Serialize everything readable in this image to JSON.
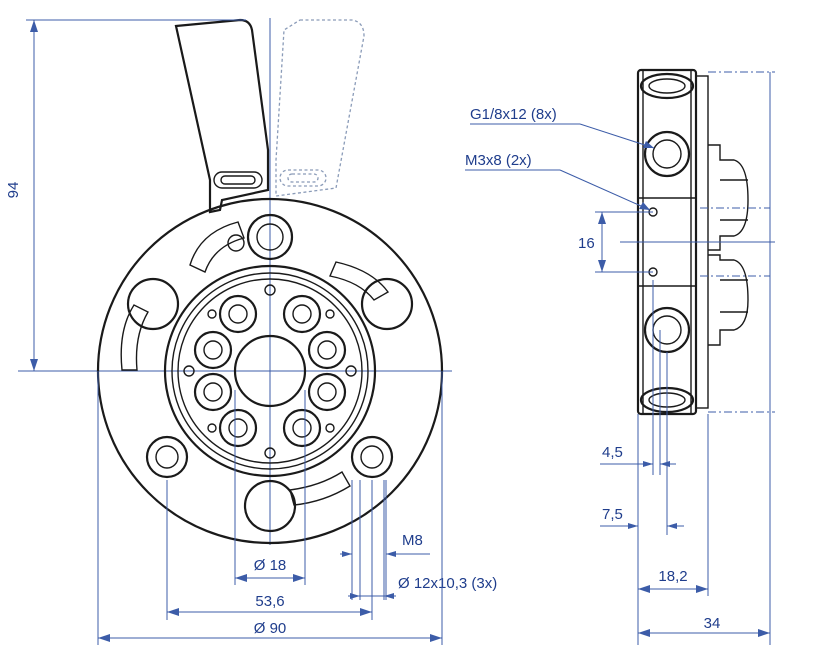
{
  "drawing": {
    "label_94": "94",
    "label_g18": "G1/8x12 (8x)",
    "label_m3": "M3x8 (2x)",
    "label_16": "16",
    "label_45": "4,5",
    "label_75": "7,5",
    "label_182": "18,2",
    "label_34": "34",
    "label_d18": "Ø 18",
    "label_m8": "M8",
    "label_d12": "Ø 12x10,3 (3x)",
    "label_536": "53,6",
    "label_d90": "Ø 90"
  },
  "colors": {
    "part_outline": "#1a1a1a",
    "dimension": "#3c5ca8",
    "dimension_text": "#1f3d8c",
    "ghost_lever": "#8a9bb8"
  }
}
